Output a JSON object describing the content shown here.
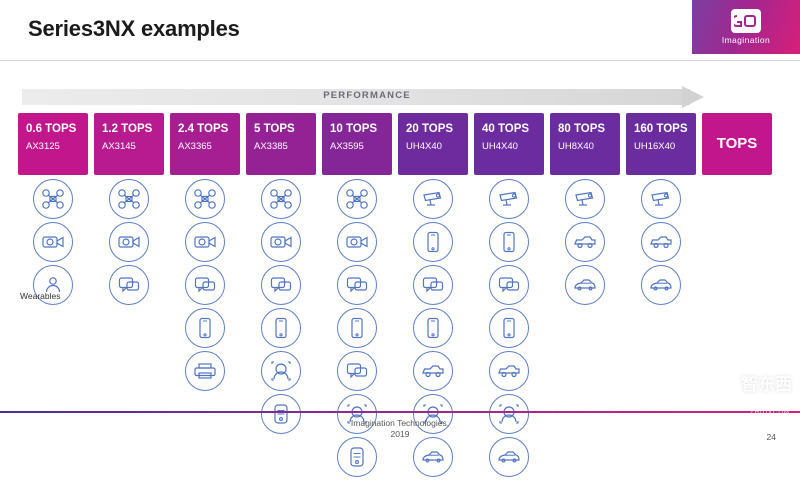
{
  "header": {
    "title": "Series3NX examples",
    "logo_text": "Imagination",
    "logo_icon": "imagination-logo-icon"
  },
  "performance": {
    "label": "PERFORMANCE",
    "arrow_icon": "right-arrow-icon"
  },
  "legend": {
    "wearables_label": "Wearables",
    "tops_label": "TOPS"
  },
  "columns": [
    {
      "tops": "0.6 TOPS",
      "sku": "AX3125",
      "color": "#c2168c",
      "icons": [
        "drone-icon",
        "camera-icon",
        "person-icon"
      ]
    },
    {
      "tops": "1.2 TOPS",
      "sku": "AX3145",
      "color": "#b81b8f",
      "icons": [
        "drone-icon",
        "camera-icon",
        "chat-icon"
      ]
    },
    {
      "tops": "2.4 TOPS",
      "sku": "AX3365",
      "color": "#a51f92",
      "icons": [
        "drone-icon",
        "camera-icon",
        "chat-icon",
        "phone-icon",
        "printer-icon"
      ]
    },
    {
      "tops": "5 TOPS",
      "sku": "AX3385",
      "color": "#952295",
      "icons": [
        "drone-icon",
        "camera-icon",
        "chat-icon",
        "phone-icon",
        "face-icon",
        "car-front-icon"
      ]
    },
    {
      "tops": "10 TOPS",
      "sku": "AX3595",
      "color": "#842598",
      "icons": [
        "drone-icon",
        "camera-icon",
        "chat-icon",
        "phone-icon",
        "chat-icon",
        "face-icon",
        "car-front-icon"
      ]
    },
    {
      "tops": "20 TOPS",
      "sku": "UH4X40",
      "color": "#6e2b9e",
      "icons": [
        "cctv-icon",
        "phone-icon",
        "chat-icon",
        "phone-icon",
        "car-side-icon",
        "face-icon",
        "car-top-icon"
      ]
    },
    {
      "tops": "40 TOPS",
      "sku": "UH4X40",
      "color": "#6b2c9f",
      "icons": [
        "cctv-icon",
        "phone-icon",
        "chat-icon",
        "phone-icon",
        "car-side-icon",
        "face-icon",
        "car-top-icon"
      ]
    },
    {
      "tops": "80 TOPS",
      "sku": "UH8X40",
      "color": "#6b2c9f",
      "icons": [
        "cctv-icon",
        "car-side-icon",
        "car-top-icon"
      ]
    },
    {
      "tops": "160 TOPS",
      "sku": "UH16X40",
      "color": "#6b2c9f",
      "icons": [
        "cctv-icon",
        "car-side-icon",
        "car-top-icon"
      ]
    }
  ],
  "footer": {
    "text_line1": "Imagination Technologies,",
    "text_line2": "2019",
    "page_number": "24"
  },
  "watermark": {
    "text": "智东西",
    "sub": "ZHIDXCOM"
  }
}
